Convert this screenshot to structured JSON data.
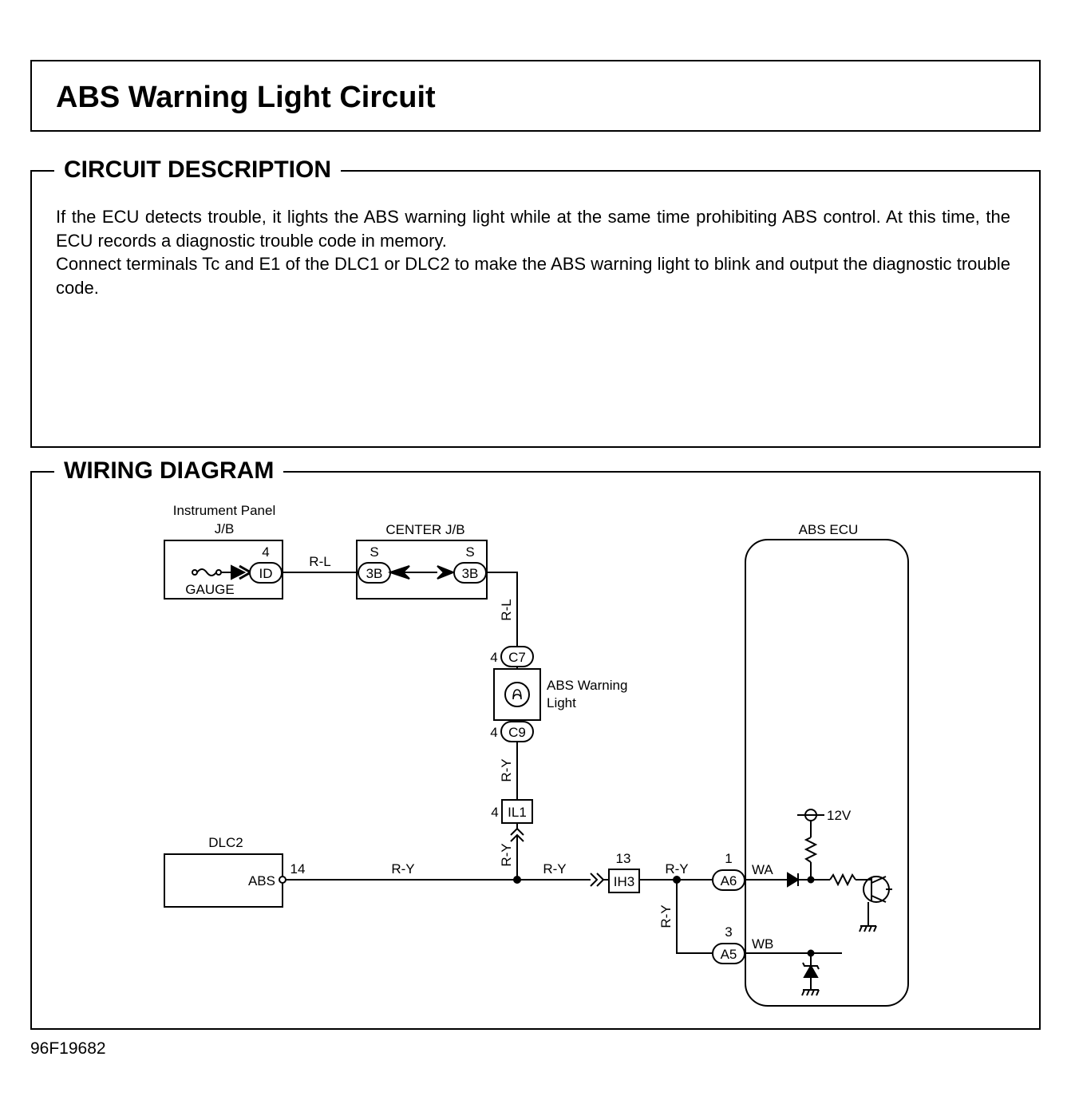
{
  "title": "ABS Warning Light Circuit",
  "circuit_description": {
    "heading": "CIRCUIT DESCRIPTION",
    "paragraph1": "If the ECU detects trouble, it lights the ABS warning light while at the same time prohibiting ABS control. At this time, the ECU records a diagnostic trouble code in memory.",
    "paragraph2": "Connect terminals Tc and E1 of the DLC1 or DLC2 to make the ABS warning light to blink and output the diagnostic trouble code."
  },
  "wiring_diagram": {
    "heading": "WIRING DIAGRAM",
    "instrument_panel_jb": {
      "label_line1": "Instrument Panel",
      "label_line2": "J/B",
      "pin": "4",
      "connector": "ID",
      "sub_label": "GAUGE"
    },
    "center_jb": {
      "label": "CENTER J/B",
      "left_pin": "S",
      "left_connector": "3B",
      "right_pin": "S",
      "right_connector": "3B"
    },
    "wire_rl_horizontal": "R-L",
    "wire_rl_vertical": "R-L",
    "abs_warning_light": {
      "label_line1": "ABS Warning",
      "label_line2": "Light",
      "top_pin": "4",
      "top_connector": "C7",
      "bottom_pin": "4",
      "bottom_connector": "C9"
    },
    "wire_ry_vertical_upper": "R-Y",
    "junction_il1": {
      "pin": "4",
      "connector": "IL1"
    },
    "wire_ry_vertical_lower": "R-Y",
    "dlc2": {
      "label": "DLC2",
      "terminal": "ABS",
      "pin": "14"
    },
    "wire_ry_dlc": "R-Y",
    "wire_ry_to_ih3": "R-Y",
    "junction_ih3": {
      "pin": "13",
      "connector": "IH3"
    },
    "wire_ry_to_ecu": "R-Y",
    "wire_ry_branch": "R-Y",
    "abs_ecu": {
      "label": "ABS ECU",
      "wa_pin": "1",
      "wa_connector": "A6",
      "wa_label": "WA",
      "wb_pin": "3",
      "wb_connector": "A5",
      "wb_label": "WB",
      "supply_voltage": "12V"
    }
  },
  "footer_code": "96F19682"
}
